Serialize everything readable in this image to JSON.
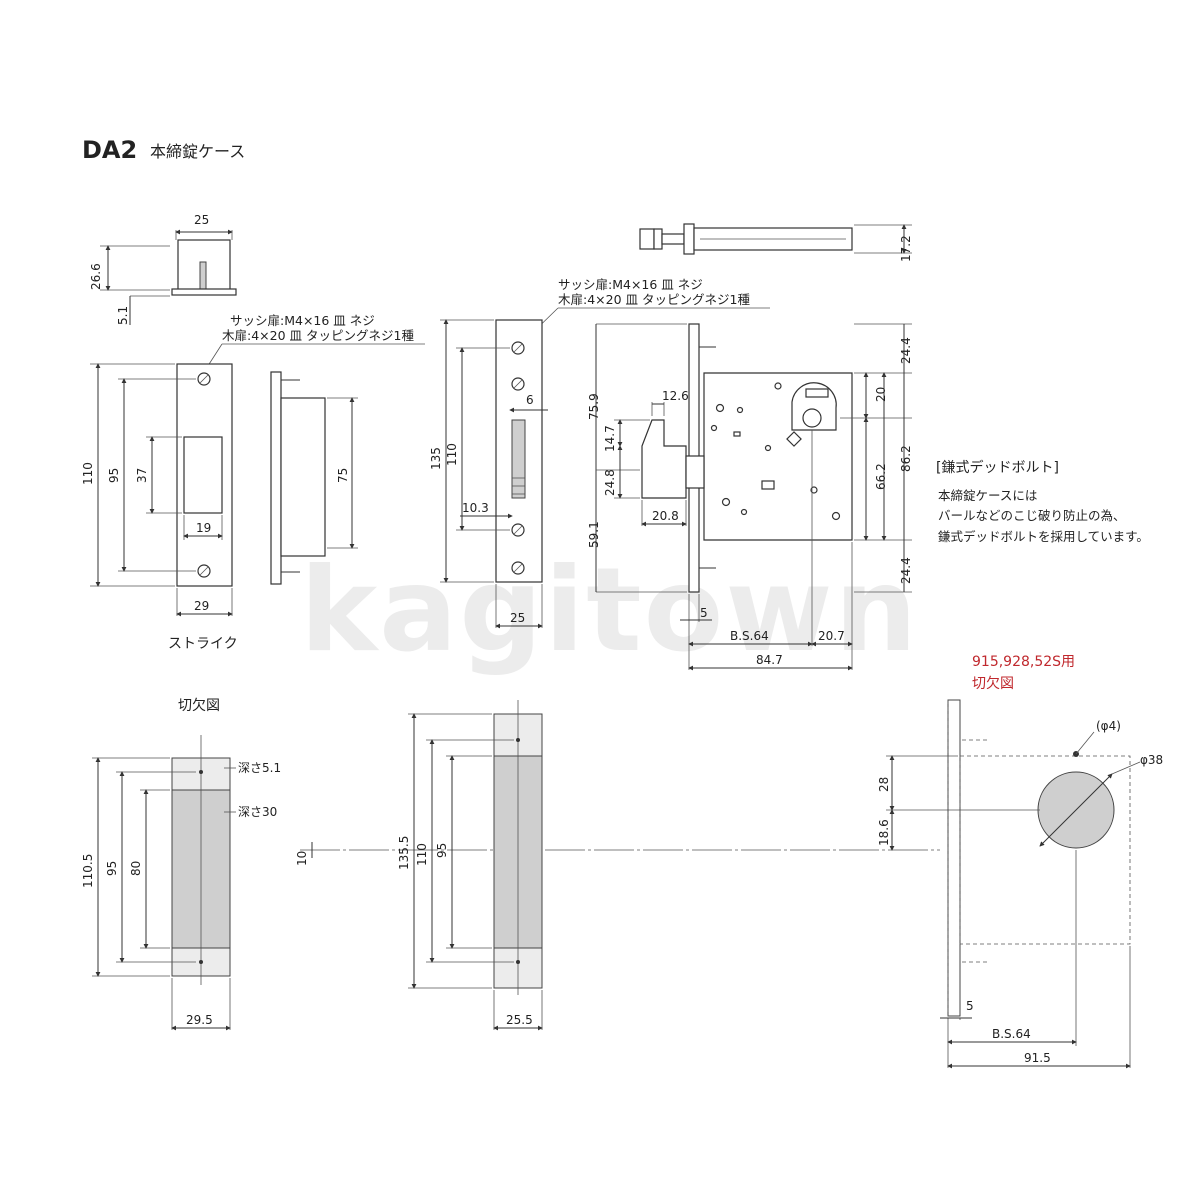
{
  "title": {
    "model": "DA2",
    "subtitle": "本締錠ケース"
  },
  "screw_note": {
    "line1": "サッシ扉:M4×16 皿 ネジ",
    "line2": "木扉:4×20 皿 タッピングネジ1種"
  },
  "strike": {
    "caption": "ストライク",
    "dims": {
      "top_width": "25",
      "top_height": "26.6",
      "top_depth": "5.1",
      "height": "110",
      "hole_pitch": "95",
      "opening": "37",
      "opening_width": "19",
      "width": "29",
      "side_height": "75"
    }
  },
  "front_plate": {
    "dims": {
      "total": "135",
      "hole_pitch": "110",
      "bolt_travel": "6",
      "bolt_offset": "10.3",
      "width": "25"
    }
  },
  "lock_case": {
    "dims": {
      "thickness": "17.2",
      "upper": "75.9",
      "lower": "59.1",
      "bolt_w": "12.6",
      "bolt_h": "14.7",
      "bolt_center": "24.8",
      "bolt_depth": "20.8",
      "top_margin": "24.4",
      "cyl_offset": "20",
      "total_right": "86.2",
      "cyl_center": "66.2",
      "bottom_margin": "24.4",
      "front": "5",
      "backset": "B.S.64",
      "rear": "20.7",
      "total_width": "84.7"
    }
  },
  "deadbolt_note": {
    "heading": "[鎌式デッドボルト]",
    "lines": [
      "本締錠ケースには",
      "バールなどのこじ破り防止の為、",
      "鎌式デッドボルトを採用しています。"
    ]
  },
  "cutout": {
    "caption": "切欠図",
    "dims": {
      "depth1": "深さ5.1",
      "depth2": "深さ30",
      "strike_h": "110.5",
      "strike_pitch": "95",
      "strike_open": "80",
      "strike_w": "29.5",
      "offset": "10",
      "case_h": "135.5",
      "case_pitch": "110",
      "case_inner": "95",
      "case_w": "25.5"
    }
  },
  "cutout_alt": {
    "caption_line1": "915,928,52S用",
    "caption_line2": "切欠図",
    "dims": {
      "hole_small": "(φ4)",
      "hole_big": "φ38",
      "upper": "28",
      "lower": "18.6",
      "front": "5",
      "backset": "B.S.64",
      "total": "91.5"
    }
  },
  "watermark": "kagitown",
  "colors": {
    "accent_red": "#c0282d",
    "line": "#333333",
    "fill_gray": "#cfcfcf"
  }
}
